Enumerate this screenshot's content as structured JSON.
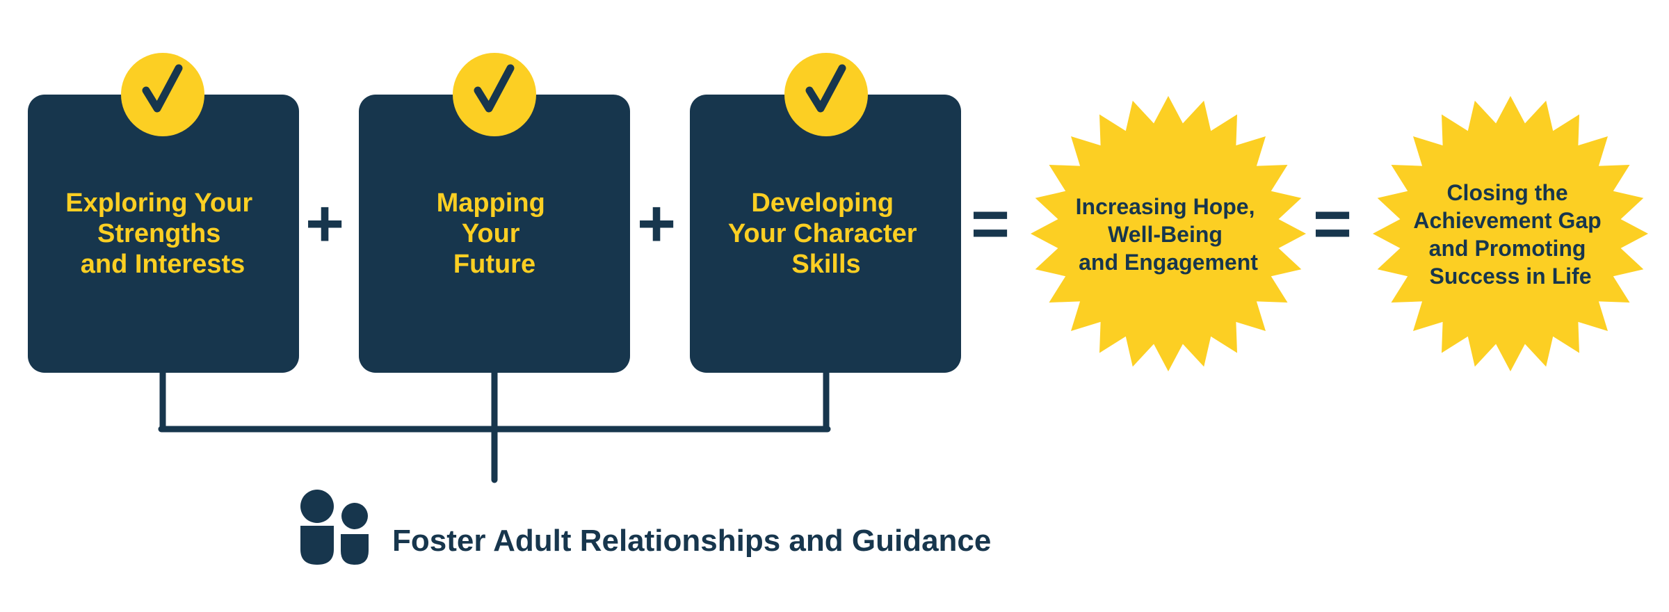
{
  "colors": {
    "navy": "#17364d",
    "yellow": "#fccf23",
    "background": "#ffffff"
  },
  "steps": [
    {
      "lines": [
        "Exploring Your",
        "Strengths",
        "and Interests"
      ],
      "icon": "checkmark-icon"
    },
    {
      "lines": [
        "Mapping",
        "Your",
        "Future"
      ],
      "icon": "checkmark-icon"
    },
    {
      "lines": [
        "Developing",
        "Your Character",
        "Skills"
      ],
      "icon": "checkmark-icon"
    }
  ],
  "operators": {
    "plus": "+",
    "equals": "="
  },
  "outcomes": [
    {
      "lines": [
        "Increasing Hope,",
        "Well-Being",
        "and Engagement"
      ]
    },
    {
      "lines": [
        "Closing the",
        "Achievement Gap",
        "and Promoting",
        "Success in Life"
      ]
    }
  ],
  "footer": {
    "label": "Foster Adult Relationships and Guidance",
    "icon": "people-icon"
  }
}
